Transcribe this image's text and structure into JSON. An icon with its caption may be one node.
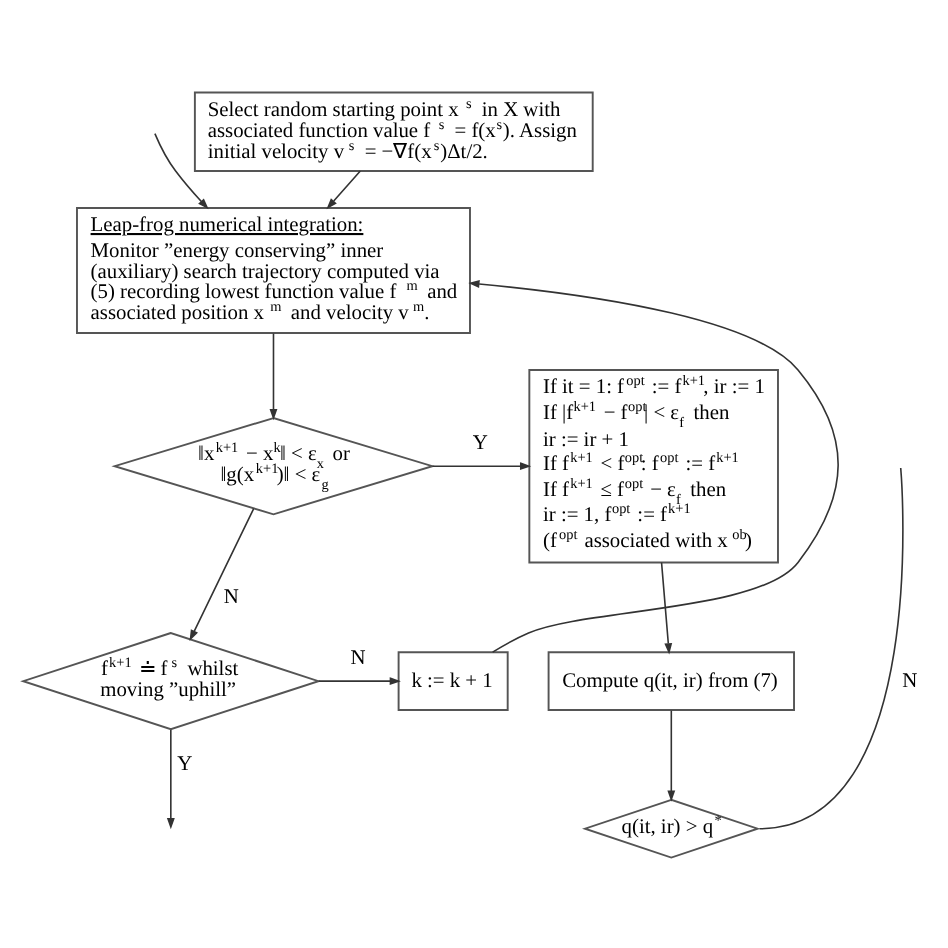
{
  "diagram": {
    "nodes": [
      {
        "text": [
          "Select random starting point x$^{s}$ in X with associated function value f$^{s}$ = f(x$^{s}$). Assign initial velocity v$^{s}$ = −∇f(x$^{s}$)Δt/2."
        ]
      },
      {
        "text": [
          "Leap-frog numerical integration:",
          "Monitor ”energy conserving” inner (auxiliary) search trajectory computed via (5) recording lowest function value f$^{m}$ and associated position x$^{m}$ and velocity v$^{m}$."
        ]
      },
      {
        "text": [
          "‖x$^{k+1}$ − x$^{k}$‖ < ε$_{x}$ or ‖g(x$^{k+1}$)‖ < ε$_{g}$"
        ]
      },
      {
        "text": [
          "If it = 1: f$^{opt}$ := f$^{k+1}$, ir := 1",
          "If |f$^{k+1}$ − f$^{opt}$| < ε$_{f}$ then",
          "ir := ir + 1",
          "If f$^{k+1}$ < f$^{opt}$: f$^{opt}$ := f$^{k+1}$",
          "If f$^{k+1}$ ≤ f$^{opt}$ − ε$_{f}$ then",
          "ir := 1, f$^{opt}$ := f$^{k+1}$",
          "(f$^{opt}$ associated with x$^{ob}$)"
        ]
      },
      {
        "text": [
          "k := k + 1"
        ]
      },
      {
        "text": [
          "f$^{k+1}$ ≐ f$^{s}$ whilst moving ”uphill”"
        ]
      },
      {
        "text": [
          "Compute q(it, ir) from (7)"
        ]
      },
      {
        "text": [
          "q(it, ir) > q$^{*}$"
        ]
      }
    ],
    "edges": [
      {
        "from": 0,
        "to": 1,
        "arrow": "to"
      },
      {
        "from": null,
        "to": 1,
        "arrow": "to"
      },
      {
        "from": 1,
        "to": 2,
        "arrow": "to"
      },
      {
        "from": 2,
        "to": 3,
        "label": "Y",
        "arrow": "to"
      },
      {
        "from": 2,
        "to": 5,
        "label": "N",
        "arrow": "to"
      },
      {
        "from": 5,
        "to": 4,
        "label": "N",
        "arrow": "to"
      },
      {
        "from": 4,
        "to": 1,
        "arrow": "to"
      },
      {
        "from": 5,
        "to": null,
        "label": "Y",
        "arrow": "to"
      },
      {
        "from": 3,
        "to": 6,
        "arrow": "to"
      },
      {
        "from": 6,
        "to": 7,
        "arrow": "to"
      },
      {
        "from": 7,
        "to": null,
        "label": "N",
        "arrow": "none"
      }
    ]
  }
}
